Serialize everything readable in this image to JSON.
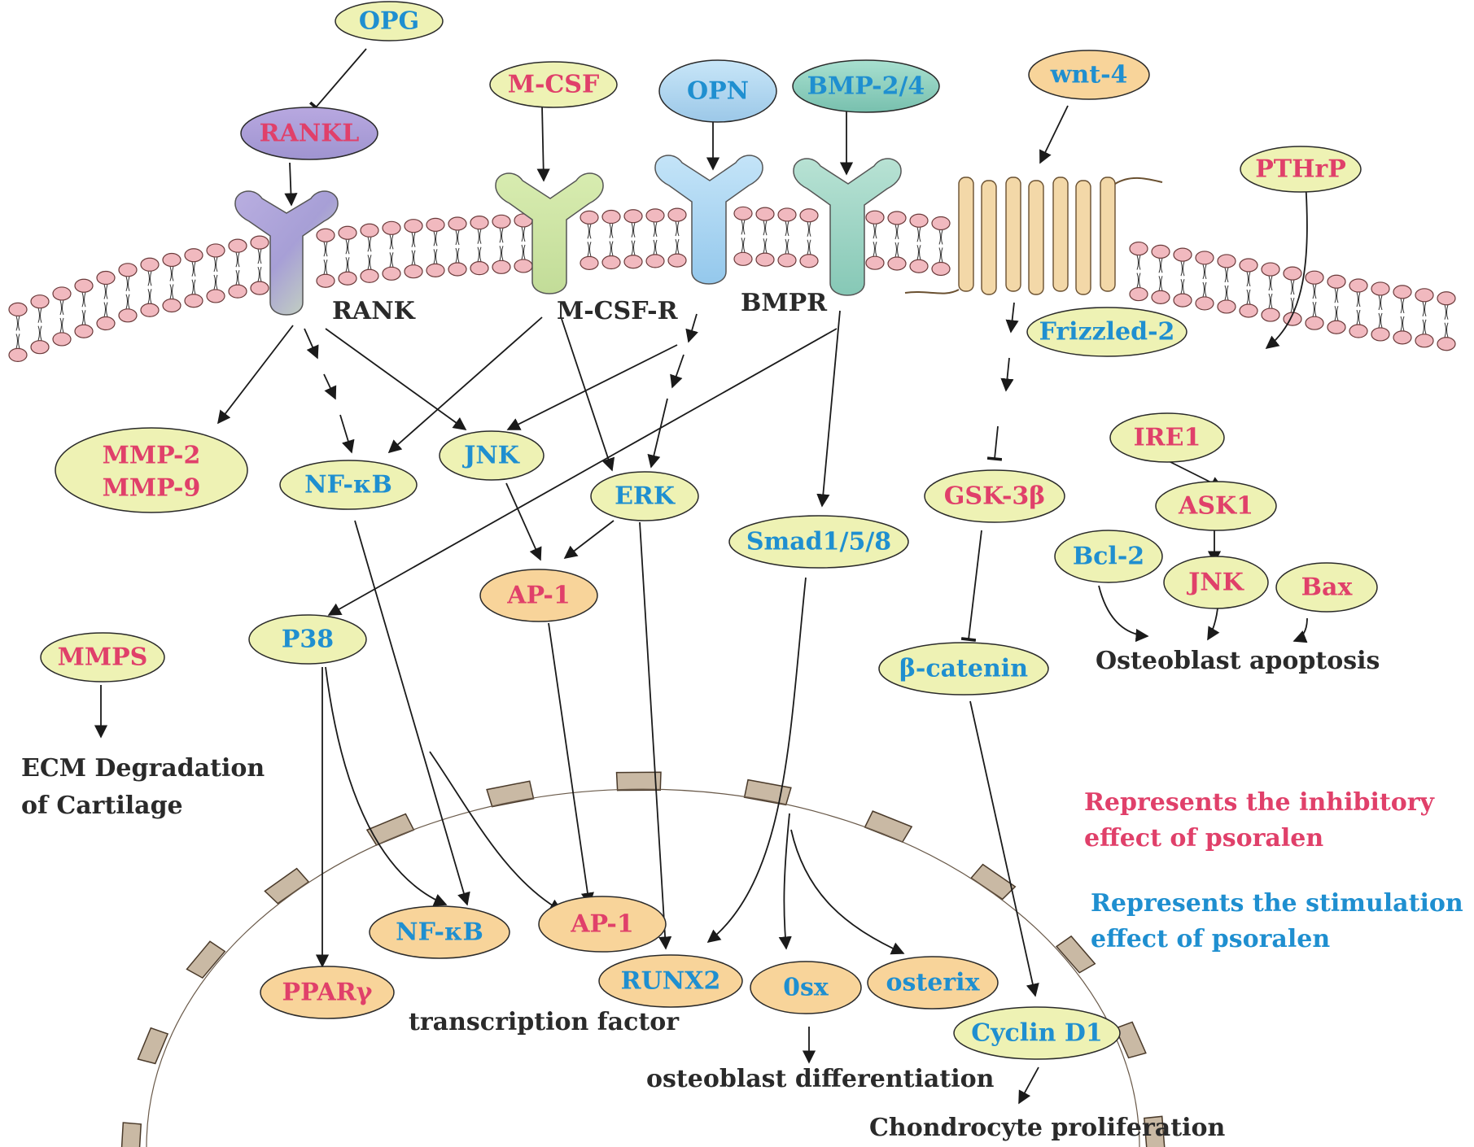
{
  "colors": {
    "inhibit": "#e0406a",
    "stimulate": "#1f8fd0",
    "node_fill": "#eef2b4",
    "node_fill_orange": "#f8d49a",
    "node_stroke": "#2a2a2a",
    "label": "#2a2a2a",
    "lipid_head": "#f1b9bf",
    "nuclear_segment": "#c9b9a4"
  },
  "nodes": {
    "opg": "OPG",
    "rankl": "RANKL",
    "mcsf": "M-CSF",
    "opn": "OPN",
    "bmp": "BMP-2/4",
    "wnt4": "wnt-4",
    "pthrp": "PTHrP",
    "frizzled2": "Frizzled-2",
    "mmp2": "MMP-2",
    "mmp9": "MMP-9",
    "nfkb_top": "NF-κB",
    "jnk_top": "JNK",
    "erk": "ERK",
    "smad": "Smad1/5/8",
    "gsk3b": "GSK-3β",
    "ire1": "IRE1",
    "ask1": "ASK1",
    "bcl2": "Bcl-2",
    "jnk_right": "JNK",
    "bax": "Bax",
    "ap1_top": "AP-1",
    "p38": "P38",
    "mmps": "MMPS",
    "bcatenin": "β-catenin",
    "nfkb_nuc": "NF-κB",
    "ap1_nuc": "AP-1",
    "ppary": "PPARγ",
    "runx2": "RUNX2",
    "osx": "0sx",
    "osterix": "osterix",
    "cyclind1": "Cyclin D1"
  },
  "labels": {
    "rank": "RANK",
    "mcsfr": "M-CSF-R",
    "bmpr": "BMPR",
    "apoptosis": "Osteoblast apoptosis",
    "ecm_line1": "ECM Degradation",
    "ecm_line2": "of Cartilage",
    "transcription": "transcription factor",
    "ob_diff": "osteoblast differentiation",
    "chondro": "Chondrocyte proliferation"
  },
  "legend": {
    "inhibit_line1": "Represents the inhibitory",
    "inhibit_line2": "effect of psoralen",
    "stim_line1": "Represents the stimulation",
    "stim_line2": "effect of psoralen"
  }
}
